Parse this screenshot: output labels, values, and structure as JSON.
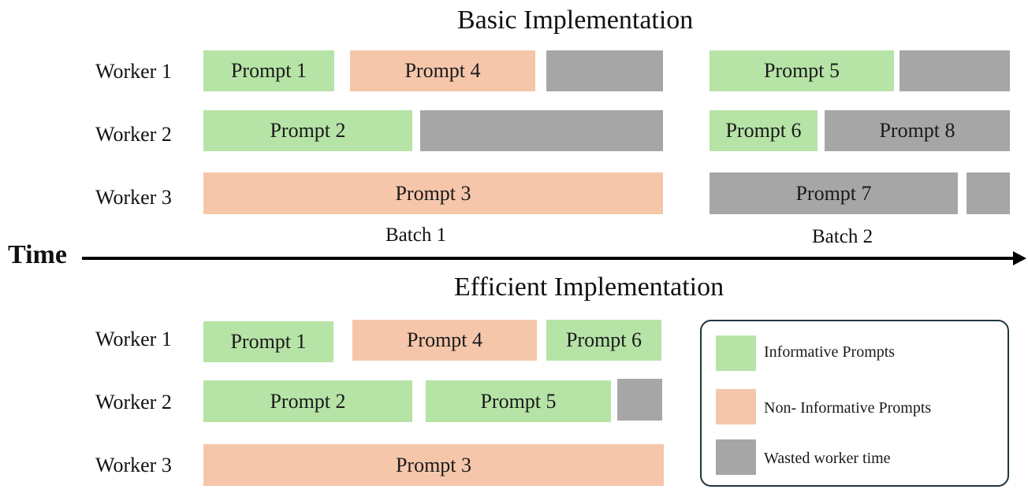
{
  "colors": {
    "informative": "#b6e3a6",
    "non_informative": "#f5c6aa",
    "wasted": "#a6a6a6",
    "timeline": "#000000",
    "legend_border": "#1f3640"
  },
  "time_label": "Time",
  "basic": {
    "title": "Basic Implementation",
    "workers": [
      "Worker 1",
      "Worker 2",
      "Worker 3"
    ],
    "batches": [
      "Batch 1",
      "Batch 2"
    ],
    "bars": [
      {
        "worker": 1,
        "label": "Prompt 1",
        "kind": "informative"
      },
      {
        "worker": 1,
        "label": "Prompt 4",
        "kind": "non_informative"
      },
      {
        "worker": 1,
        "label": "",
        "kind": "wasted"
      },
      {
        "worker": 1,
        "label": "Prompt 5",
        "kind": "informative"
      },
      {
        "worker": 1,
        "label": "",
        "kind": "wasted"
      },
      {
        "worker": 2,
        "label": "Prompt 2",
        "kind": "informative"
      },
      {
        "worker": 2,
        "label": "",
        "kind": "wasted"
      },
      {
        "worker": 2,
        "label": "Prompt 6",
        "kind": "informative"
      },
      {
        "worker": 2,
        "label": "Prompt 8",
        "kind": "wasted"
      },
      {
        "worker": 3,
        "label": "Prompt 3",
        "kind": "non_informative"
      },
      {
        "worker": 3,
        "label": "Prompt 7",
        "kind": "wasted"
      },
      {
        "worker": 3,
        "label": "",
        "kind": "wasted"
      }
    ]
  },
  "efficient": {
    "title": "Efficient Implementation",
    "workers": [
      "Worker 1",
      "Worker 2",
      "Worker 3"
    ],
    "bars": [
      {
        "worker": 1,
        "label": "Prompt 1",
        "kind": "informative"
      },
      {
        "worker": 1,
        "label": "Prompt 4",
        "kind": "non_informative"
      },
      {
        "worker": 1,
        "label": "Prompt 6",
        "kind": "informative"
      },
      {
        "worker": 2,
        "label": "Prompt 2",
        "kind": "informative"
      },
      {
        "worker": 2,
        "label": "Prompt 5",
        "kind": "informative"
      },
      {
        "worker": 2,
        "label": "",
        "kind": "wasted"
      },
      {
        "worker": 3,
        "label": "Prompt 3",
        "kind": "non_informative"
      }
    ]
  },
  "legend": [
    {
      "kind": "informative",
      "label": "Informative Prompts"
    },
    {
      "kind": "non_informative",
      "label": "Non- Informative Prompts"
    },
    {
      "kind": "wasted",
      "label": "Wasted worker time"
    }
  ]
}
